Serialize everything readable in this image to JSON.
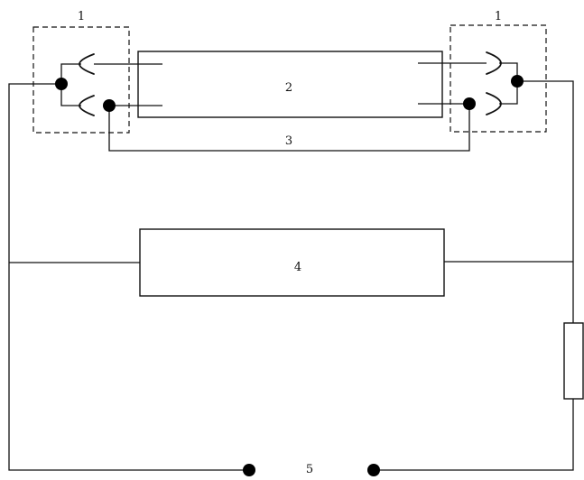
{
  "labels": {
    "left_holder": "1",
    "right_holder": "1",
    "tube": "2",
    "link_wire": "3",
    "element": "4",
    "switch": "5"
  }
}
